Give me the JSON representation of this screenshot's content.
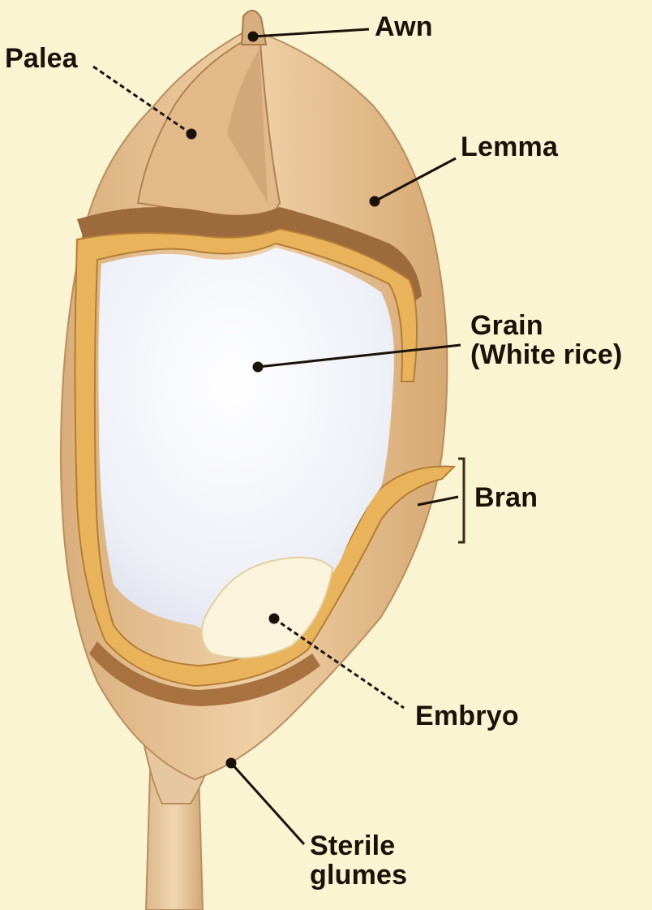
{
  "colors": {
    "background": "#fbf4d2",
    "husk": "#e8c59a",
    "husk_shadow": "#c99a66",
    "husk_dark": "#8a5a2e",
    "bran": "#e9b35c",
    "grain": "#f4f6fb",
    "embryo": "#fbf3dc",
    "label_text": "#1a1208"
  },
  "labels": {
    "awn": "Awn",
    "palea": "Palea",
    "lemma": "Lemma",
    "grain_line1": "Grain",
    "grain_line2": "(White rice)",
    "bran": "Bran",
    "embryo": "Embryo",
    "sterile_line1": "Sterile",
    "sterile_line2": "glumes"
  }
}
